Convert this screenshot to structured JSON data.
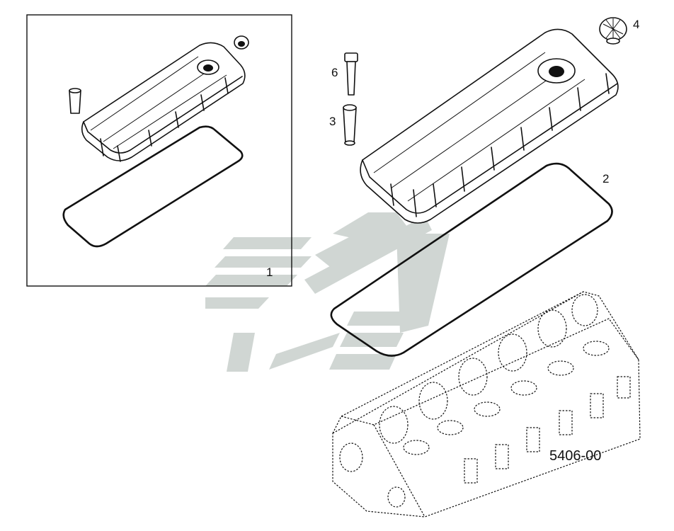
{
  "callouts": {
    "kit": "1",
    "gasket": "2",
    "sleeve": "3",
    "cap": "4",
    "bolt": "6"
  },
  "figure_code": "5406-00",
  "colors": {
    "ink": "#111111",
    "watermark": "#c8cfcc",
    "watermark_dark": "#a9b3b0",
    "background": "#ffffff"
  }
}
